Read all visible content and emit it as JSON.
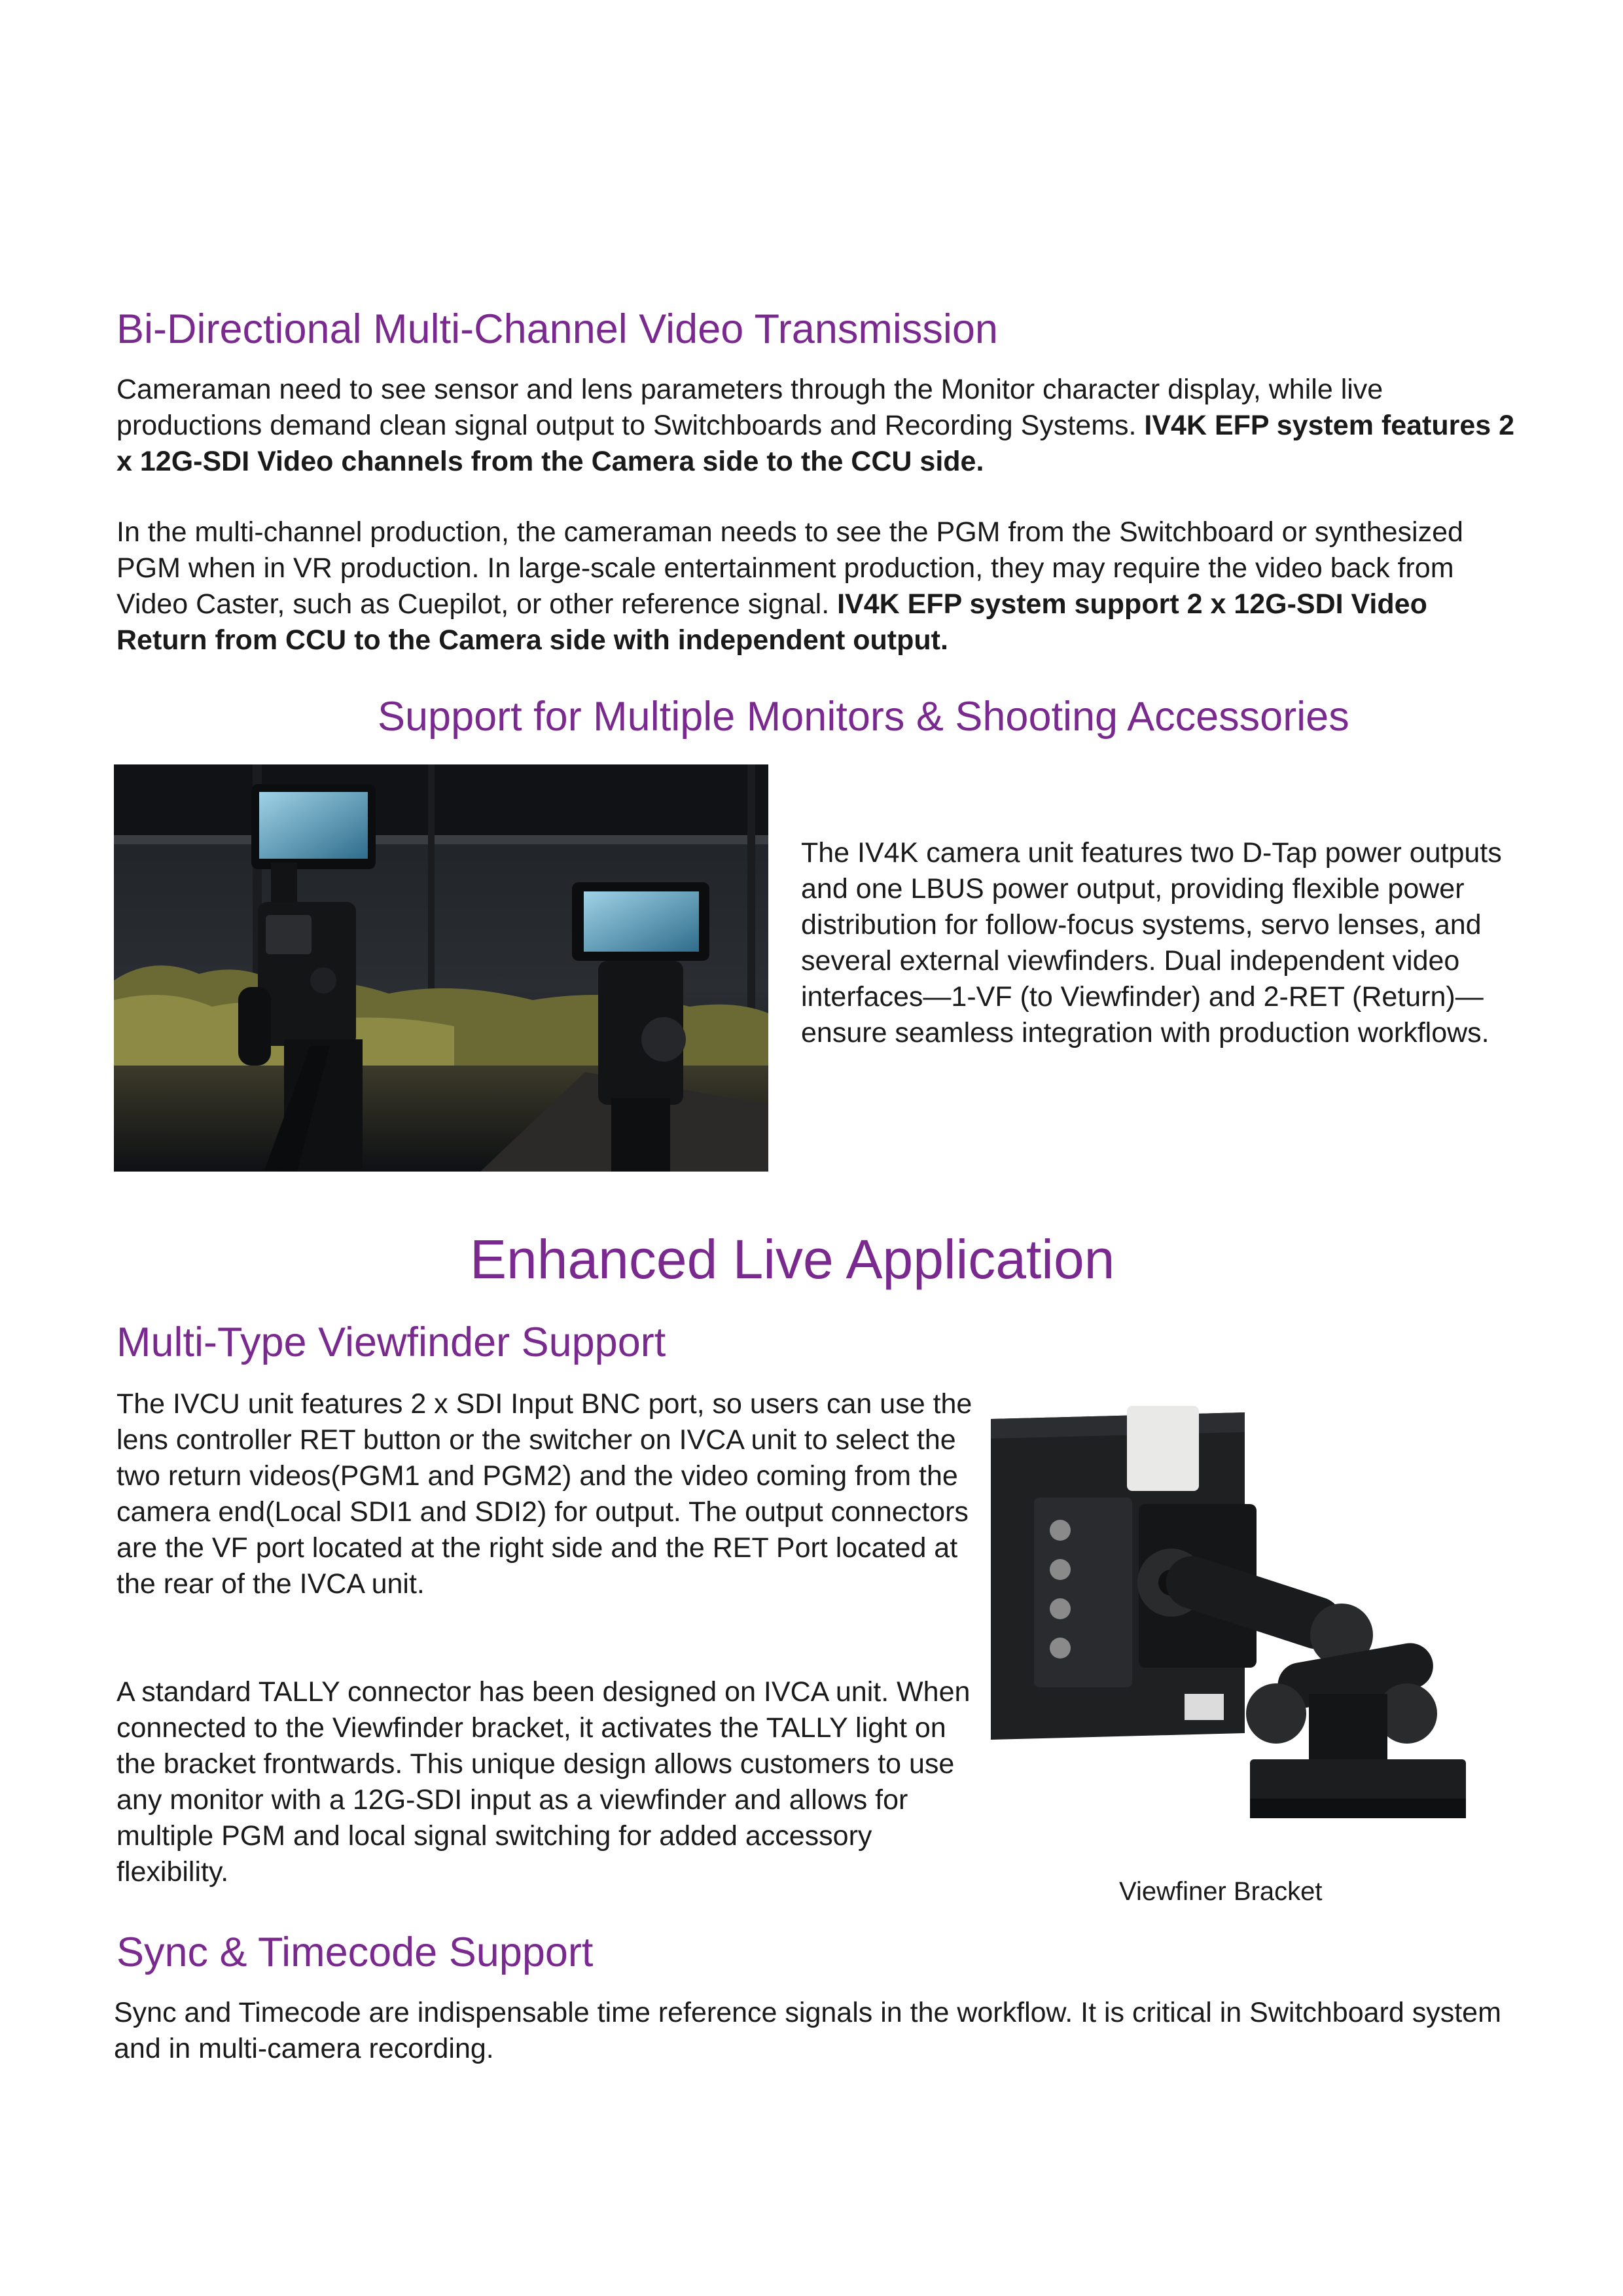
{
  "section1": {
    "title": "Bi-Directional Multi-Channel Video Transmission",
    "p1_text": "Cameraman need to see sensor and lens parameters through the Monitor character display, while live productions demand clean signal output to Switchboards and Recording Systems. ",
    "p1_bold": "IV4K EFP system features 2 x 12G-SDI Video channels from the Camera side to the CCU side.",
    "p2_text": "In the multi-channel production, the cameraman needs to see the PGM from the Switchboard or synthesized PGM when in VR production. In large-scale entertainment production, they may require the video back from Video Caster, such as Cuepilot, or other reference signal. ",
    "p2_bold": "IV4K EFP system support 2 x 12G-SDI Video Return from CCU to the Camera side with independent output."
  },
  "section2": {
    "title": "Support for Multiple Monitors & Shooting Accessories",
    "body": "The IV4K camera unit features two D-Tap power outputs and one LBUS power output, providing flexible power distribution for follow-focus systems, servo lenses, and several external viewfinders. Dual independent video interfaces—1-VF (to Viewfinder) and 2-RET (Return)—ensure seamless integration with production workflows."
  },
  "section3": {
    "title": "Enhanced Live Application"
  },
  "section4": {
    "title": "Multi-Type Viewfinder Support",
    "p1": "The IVCU unit features 2 x SDI Input BNC port, so users can use the lens controller RET button or the switcher on IVCA unit to select the two return videos(PGM1 and PGM2) and the video coming from the camera end(Local SDI1 and SDI2) for output. The output connectors are the VF port located at the right side and the RET Port located at the rear of the IVCA unit.",
    "p2": "A standard TALLY connector has been designed on IVCA unit. When connected to the Viewfinder bracket, it activates the TALLY light on the bracket frontwards. This unique design allows customers to use any monitor with a 12G-SDI input as a viewfinder and allows for multiple PGM and local signal switching for added accessory flexibility.",
    "caption": "Viewfiner Bracket"
  },
  "section5": {
    "title": "Sync & Timecode Support",
    "body": "Sync and Timecode are indispensable time reference signals in the workflow. It is critical in Switchboard system and in multi-camera recording."
  }
}
